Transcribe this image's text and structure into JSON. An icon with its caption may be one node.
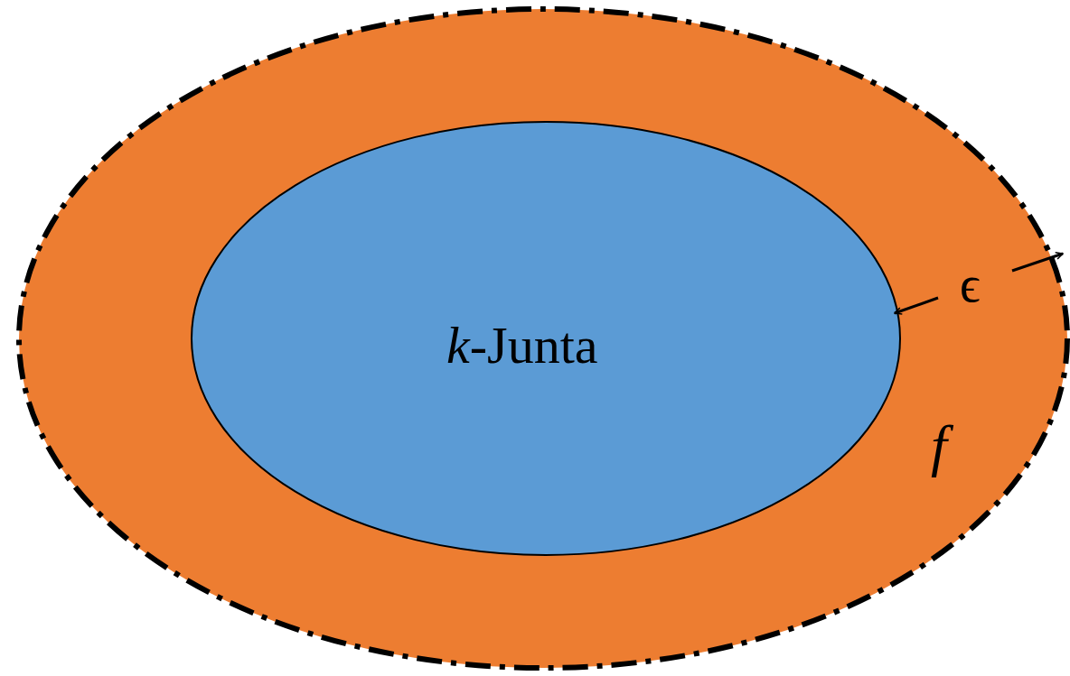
{
  "diagram": {
    "nodes": [
      {
        "text": [
          "f"
        ]
      },
      {
        "text": [
          "*k*-Junta"
        ],
        "in": 0
      }
    ],
    "labels": [
      "ϵ"
    ]
  }
}
